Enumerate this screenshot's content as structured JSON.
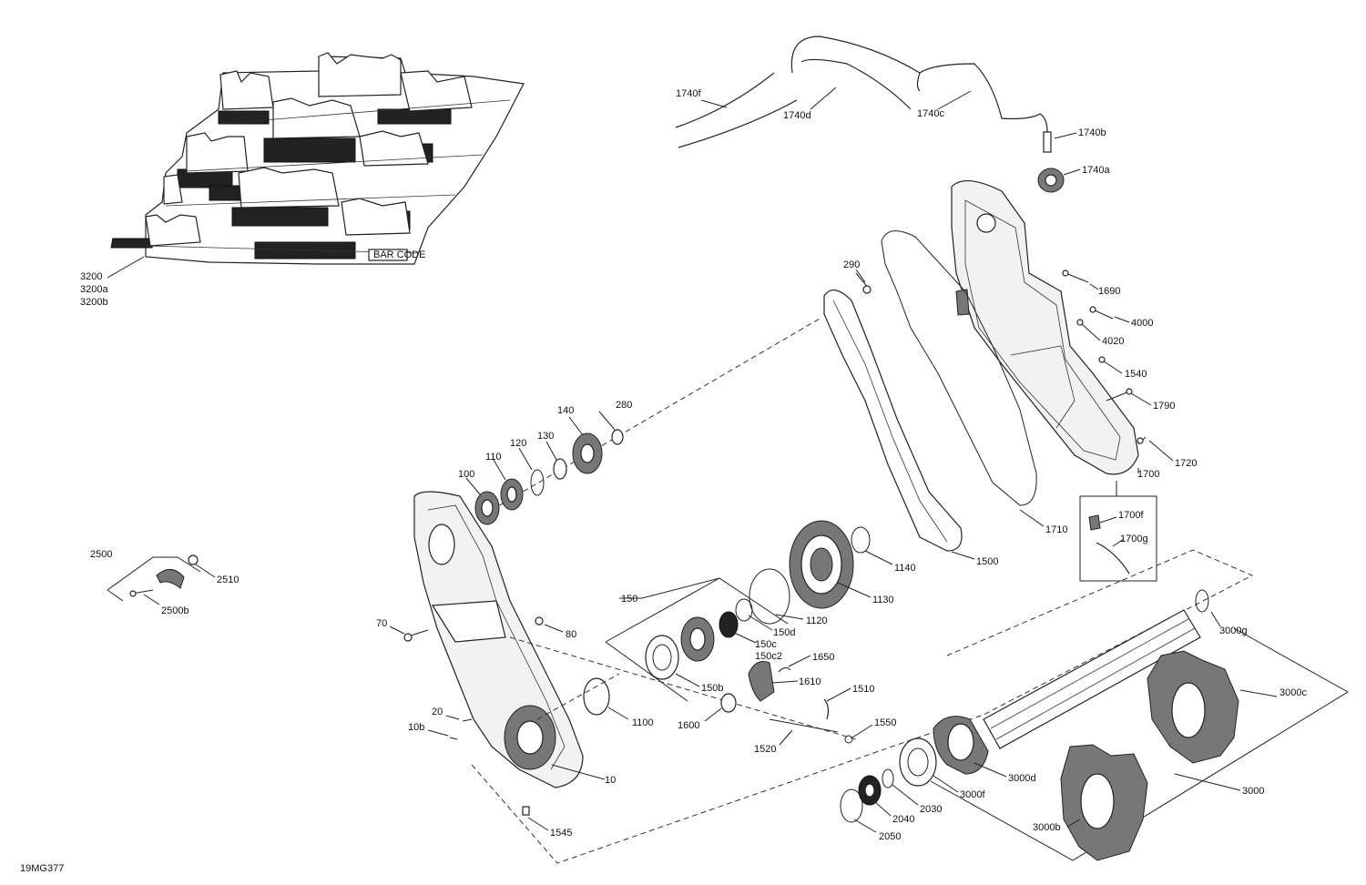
{
  "drawing_id": "19MG377",
  "callouts": {
    "c3200": "3200",
    "c3200a": "3200a",
    "c3200b": "3200b",
    "c1740f": "1740f",
    "c1740d": "1740d",
    "c1740c": "1740c",
    "c1740b": "1740b",
    "c1740a": "1740a",
    "c290": "290",
    "c1690": "1690",
    "c4000": "4000",
    "c4020": "4020",
    "c1540": "1540",
    "c1790": "1790",
    "c1720": "1720",
    "c1700": "1700",
    "c1700f": "1700f",
    "c1700g": "1700g",
    "c1710": "1710",
    "c1500": "1500",
    "c280": "280",
    "c140": "140",
    "c130": "130",
    "c120": "120",
    "c110": "110",
    "c100": "100",
    "c1140": "1140",
    "c1130": "1130",
    "c1120": "1120",
    "c150": "150",
    "c150d": "150d",
    "c150c": "150c",
    "c150c2": "150c2",
    "c150b": "150b",
    "c1650": "1650",
    "c1610": "1610",
    "c1510": "1510",
    "c1600": "1600",
    "c1550": "1550",
    "c1520": "1520",
    "c2500": "2500",
    "c2510": "2510",
    "c2500b": "2500b",
    "c70": "70",
    "c80": "80",
    "c20": "20",
    "c10b": "10b",
    "c10": "10",
    "c1100": "1100",
    "c1545": "1545",
    "c3000g": "3000g",
    "c3000c": "3000c",
    "c3000d": "3000d",
    "c3000f": "3000f",
    "c3000": "3000",
    "c3000b": "3000b",
    "c2030": "2030",
    "c2040": "2040",
    "c2050": "2050"
  },
  "track_label": "BAR CODE"
}
